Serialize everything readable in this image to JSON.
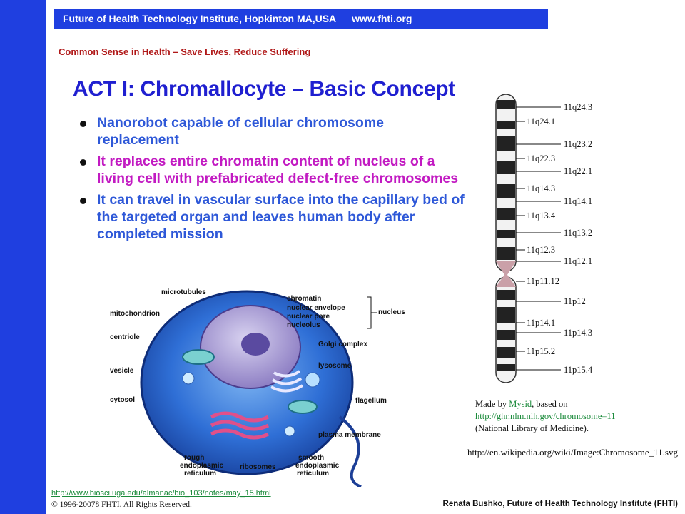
{
  "header": {
    "org": "Future of Health Technology Institute, Hopkinton MA,USA",
    "url": "www.fhti.org",
    "tagline": "Common Sense in Health – Save Lives, Reduce Suffering"
  },
  "title": "ACT I: Chromallocyte – Basic Concept",
  "bullets": [
    "Nanorobot capable of cellular chromosome replacement",
    "It replaces entire chromatin content of nucleus of a living cell with prefabricated defect-free chromosomes",
    "It can travel in vascular surface into the capillary bed of the targeted organ and leaves human body after completed mission"
  ],
  "cell_diagram": {
    "labels": {
      "microtubules": "microtubules",
      "mitochondrion": "mitochondrion",
      "centriole": "centriole",
      "vesicle": "vesicle",
      "cytosol": "cytosol",
      "chromatin": "chromatin",
      "nuclear_envelope": "nuclear envelope",
      "nuclear_pore": "nuclear pore",
      "nucleolus": "nucleolus",
      "nucleus": "nucleus",
      "golgi": "Golgi complex",
      "lysosome": "lysosome",
      "flagellum": "flagellum",
      "plasma_membrane": "plasma membrane",
      "rough_er_1": "rough",
      "rough_er_2": "endoplasmic",
      "rough_er_3": "reticulum",
      "ribosomes": "ribosomes",
      "smooth_er_1": "smooth",
      "smooth_er_2": "endoplasmic",
      "smooth_er_3": "reticulum"
    }
  },
  "chromosome": {
    "bands_right": [
      "11q24.3",
      "11q23.2",
      "11q22.1",
      "11q14.1",
      "11q13.2",
      "11q12.1",
      "11p12",
      "11p14.3",
      "11p15.4"
    ],
    "bands_left": [
      "11q24.1",
      "11q22.3",
      "11q14.3",
      "11q13.4",
      "11q12.3",
      "11p11.12",
      "11p14.1",
      "11p15.2"
    ]
  },
  "credit": {
    "line1_prefix": "Made by ",
    "author_link": "Mysid",
    "line1_suffix": ", based on",
    "source_link": "http://ghr.nlm.nih.gov/chromosome=11",
    "line3": "(National Library of Medicine)."
  },
  "wiki_url": "http://en.wikipedia.org/wiki/Image:Chromosome_11.svg",
  "footer": {
    "link": "http://www.biosci.uga.edu/almanac/bio_103/notes/may_15.html",
    "copyright": "© 1996-20078 FHTI. All Rights Reserved.",
    "author": "Renata Bushko, Future of Health Technology Institute (FHTI)"
  },
  "colors": {
    "brand_blue": "#1f3fe0",
    "title_blue": "#1f1fd0",
    "bullet_blue": "#2e58d8",
    "bullet_magenta": "#c21ac2",
    "tagline_red": "#b01818",
    "link_green": "#1a8a3a"
  }
}
